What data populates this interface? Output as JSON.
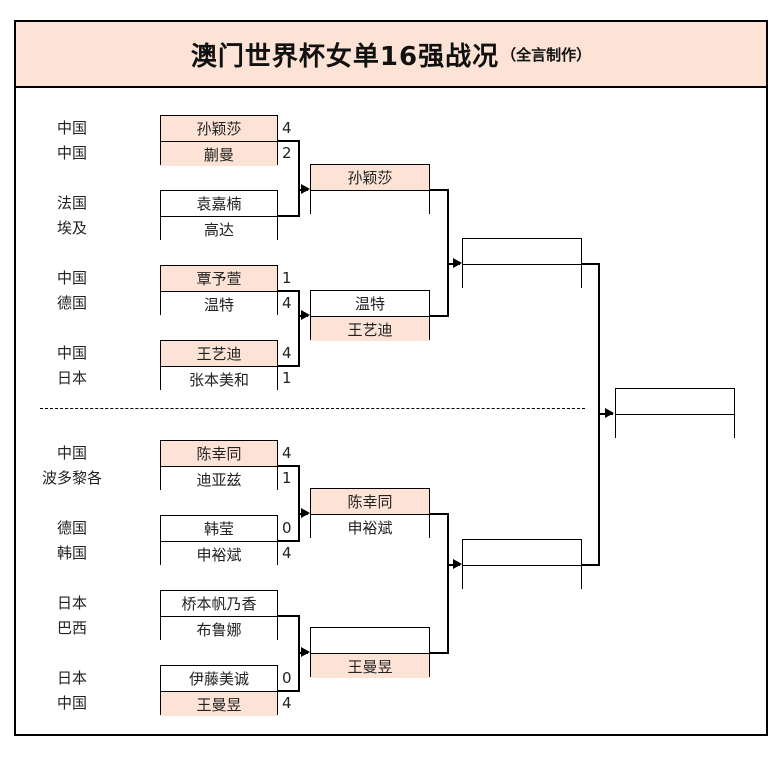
{
  "header": {
    "title_main": "澳门世界杯女单16强战况",
    "title_sub": "（全言制作）"
  },
  "bracket": {
    "round1": [
      {
        "id": "m1",
        "players": [
          {
            "country": "中国",
            "name": "孙颖莎",
            "score": "4",
            "winner": true
          },
          {
            "country": "中国",
            "name": "蒯曼",
            "score": "2",
            "winner": true
          }
        ]
      },
      {
        "id": "m2",
        "players": [
          {
            "country": "法国",
            "name": "袁嘉楠",
            "score": "",
            "winner": false
          },
          {
            "country": "埃及",
            "name": "高达",
            "score": "",
            "winner": false
          }
        ]
      },
      {
        "id": "m3",
        "players": [
          {
            "country": "中国",
            "name": "覃予萱",
            "score": "1",
            "winner": true
          },
          {
            "country": "德国",
            "name": "温特",
            "score": "4",
            "winner": false
          }
        ]
      },
      {
        "id": "m4",
        "players": [
          {
            "country": "中国",
            "name": "王艺迪",
            "score": "4",
            "winner": true
          },
          {
            "country": "日本",
            "name": "张本美和",
            "score": "1",
            "winner": false
          }
        ]
      },
      {
        "id": "m5",
        "players": [
          {
            "country": "中国",
            "name": "陈幸同",
            "score": "4",
            "winner": true
          },
          {
            "country": "波多黎各",
            "name": "迪亚兹",
            "score": "1",
            "winner": false
          }
        ]
      },
      {
        "id": "m6",
        "players": [
          {
            "country": "德国",
            "name": "韩莹",
            "score": "0",
            "winner": false
          },
          {
            "country": "韩国",
            "name": "申裕斌",
            "score": "4",
            "winner": false
          }
        ]
      },
      {
        "id": "m7",
        "players": [
          {
            "country": "日本",
            "name": "桥本帆乃香",
            "score": "",
            "winner": false
          },
          {
            "country": "巴西",
            "name": "布鲁娜",
            "score": "",
            "winner": false
          }
        ]
      },
      {
        "id": "m8",
        "players": [
          {
            "country": "日本",
            "name": "伊藤美诚",
            "score": "0",
            "winner": false
          },
          {
            "country": "中国",
            "name": "王曼昱",
            "score": "4",
            "winner": true
          }
        ]
      }
    ],
    "round2": [
      {
        "id": "q1",
        "players": [
          {
            "name": "孙颖莎",
            "winner": true
          },
          {
            "name": "",
            "winner": false
          }
        ]
      },
      {
        "id": "q2",
        "players": [
          {
            "name": "温特",
            "winner": false
          },
          {
            "name": "王艺迪",
            "winner": true
          }
        ]
      },
      {
        "id": "q3",
        "players": [
          {
            "name": "陈幸同",
            "winner": true
          },
          {
            "name": "申裕斌",
            "winner": false
          }
        ]
      },
      {
        "id": "q4",
        "players": [
          {
            "name": "",
            "winner": false
          },
          {
            "name": "王曼昱",
            "winner": true
          }
        ]
      }
    ],
    "semifinals": [
      {
        "id": "s1",
        "players": [
          {
            "name": "",
            "winner": false
          },
          {
            "name": "",
            "winner": false
          }
        ]
      },
      {
        "id": "s2",
        "players": [
          {
            "name": "",
            "winner": false
          },
          {
            "name": "",
            "winner": false
          }
        ]
      }
    ],
    "final": {
      "id": "f1",
      "players": [
        {
          "name": "",
          "winner": false
        },
        {
          "name": "",
          "winner": false
        }
      ]
    }
  },
  "colors": {
    "highlight": "#FCE3D5",
    "line": "#000000",
    "background": "#FFFFFF"
  }
}
